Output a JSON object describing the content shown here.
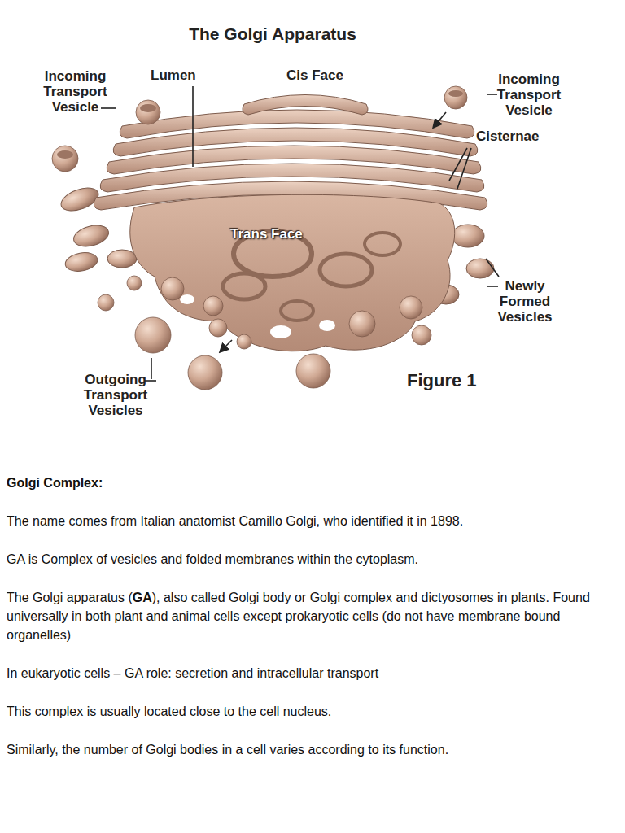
{
  "diagram": {
    "title": "The Golgi Apparatus",
    "caption": "Figure 1",
    "labels": [
      "Incoming Transport Vesicle",
      "Lumen",
      "Cis Face",
      "Incoming Transport Vesicle",
      "Cisternae",
      "Trans Face",
      "Newly Formed Vesicles",
      "Outgoing Transport Vesicles",
      "Golgi Complex:",
      "The name comes from Italian anatomist Camillo Golgi, who identified it in 1898.",
      "GA is Complex of vesicles and folded membranes within the cytoplasm.",
      "The Golgi apparatus (",
      "GA",
      "), also called Golgi body or Golgi complex and dictyosomes in plants. Found universally in both plant and animal cells except prokaryotic cells (do not have membrane bound organelles)",
      "In eukaryotic cells – GA role: secretion and intracellular transport",
      "This complex is usually located close to the cell nucleus.",
      "Similarly, the number of Golgi bodies in a cell varies according to its function."
    ]
  }
}
